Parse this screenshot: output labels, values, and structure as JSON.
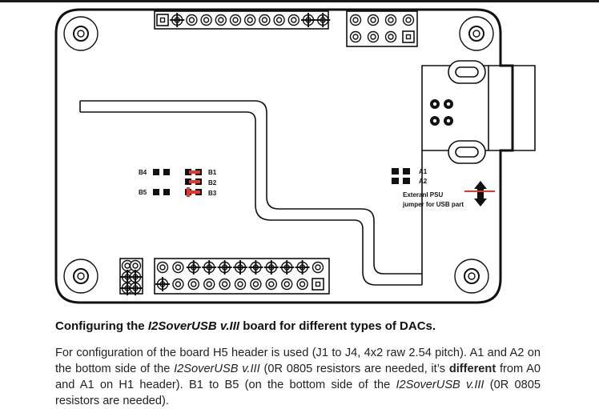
{
  "board_labels": {
    "b4": "B4",
    "b5": "B5",
    "b1": "B1",
    "b2": "B2",
    "b3": "B3",
    "a1": "A1",
    "a2": "A2",
    "psu_line1": "Exteranl PSU",
    "psu_line2": "jumper for USB part"
  },
  "heading": {
    "pre": "Configuring the ",
    "product": "I2SoverUSB v.III",
    "post": " board for different types of DACs."
  },
  "paragraph": {
    "part1": "For configuration of the board H5 header is used (J1 to J4, 4x2 raw 2.54 pitch). A1 and A2 on the bottom side of the ",
    "product1": "I2SoverUSB v.III",
    "part2": " (0R 0805 resistors are needed, it’s ",
    "emphasis": "different",
    "part3": " from A0 and A1 on H1 header). B1 to B5 (on the bottom side of the ",
    "product2": "I2SoverUSB v.III",
    "part4": " (0R 0805 resistors are needed)."
  },
  "colors": {
    "outline": "#111111",
    "accent_red": "#e8362b"
  }
}
